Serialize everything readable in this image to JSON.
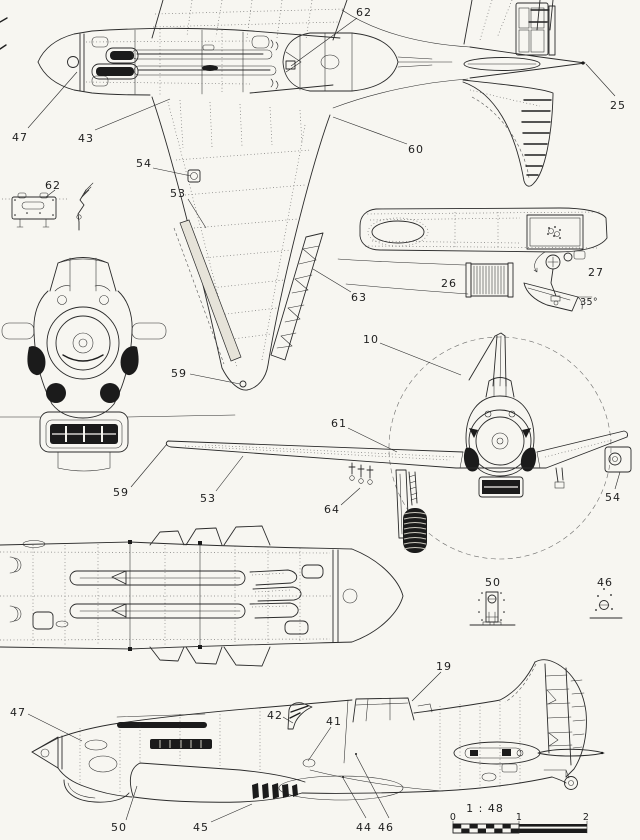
{
  "callouts": {
    "top_47": "47",
    "top_43": "43",
    "top_62": "62",
    "top_25": "25",
    "top_60": "60",
    "top_54": "54",
    "top_53": "53",
    "top_63": "63",
    "top_59": "59",
    "detail_62": "62",
    "panel_26": "26",
    "panel_27": "27",
    "flap_angle": "35°",
    "front_10": "10",
    "front_61": "61",
    "front_64": "64",
    "front_54": "54",
    "front_59": "59",
    "front_53": "53",
    "detail_50": "50",
    "detail_46": "46",
    "side_47": "47",
    "side_42": "42",
    "side_41": "41",
    "side_19": "19",
    "side_50": "50",
    "side_45": "45",
    "side_44": "44",
    "side_46": "46"
  },
  "scale_bar": {
    "ratio": "1 : 48",
    "tick_0": "0",
    "tick_1": "1",
    "tick_2": "2"
  }
}
